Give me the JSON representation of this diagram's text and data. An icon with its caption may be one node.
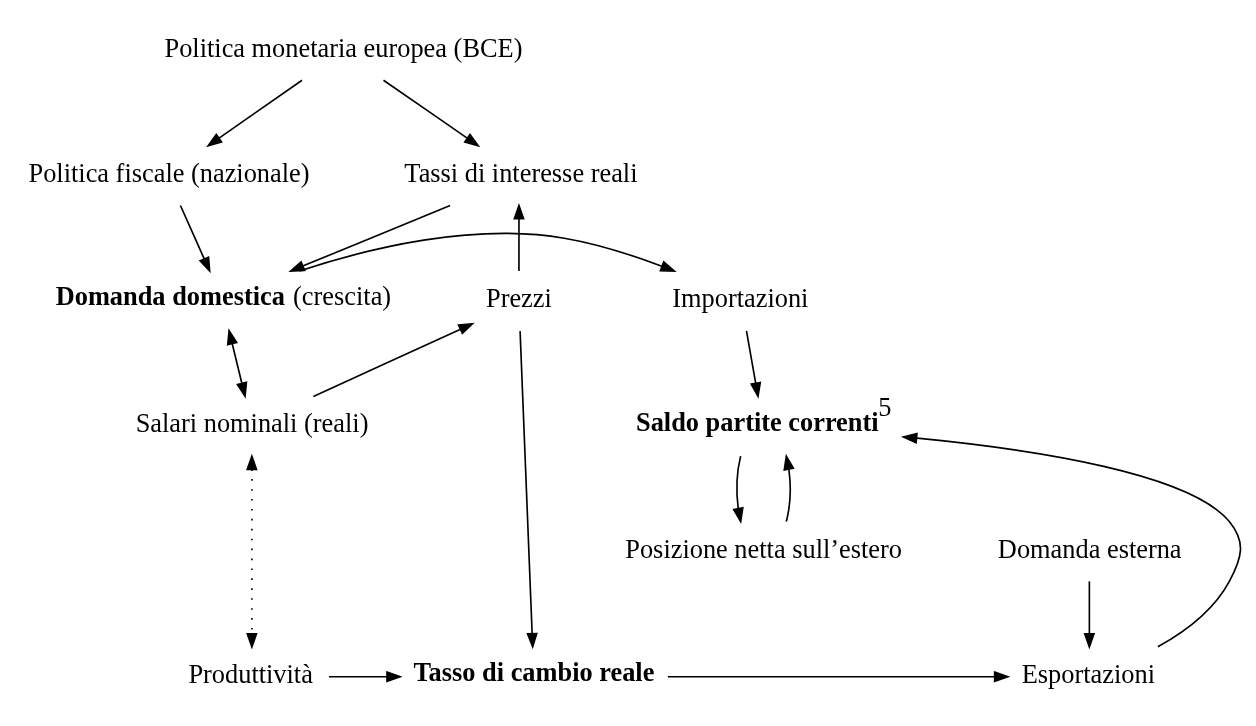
{
  "diagram": {
    "nodes": [
      {
        "text": [
          "Politica monetaria europea (BCE)"
        ]
      },
      {
        "text": [
          "Tassi di interesse reali"
        ]
      },
      {
        "text": [
          "Politica fiscale (nazionale)"
        ]
      },
      {
        "text": [
          "Prezzi"
        ]
      },
      {
        "text": [
          "**Domanda domestica** (crescita)"
        ]
      },
      {
        "text": [
          "Importazioni"
        ]
      },
      {
        "text": [
          "Salari nominali (reali)"
        ]
      },
      {
        "text": [
          "**Saldo partite correnti**$^{5}$"
        ]
      },
      {
        "text": [
          "Produttività"
        ]
      },
      {
        "text": [
          "**Tasso di cambio reale**"
        ]
      },
      {
        "text": [
          "Esportazioni"
        ]
      },
      {
        "text": [
          "Domanda esterna"
        ]
      },
      {
        "text": [
          "Posizione netta sull’estero"
        ]
      }
    ],
    "edges": [
      {
        "from": 0,
        "to": 1,
        "arrow": "to"
      },
      {
        "from": 0,
        "to": 2,
        "arrow": "to"
      },
      {
        "from": 1,
        "to": 4,
        "arrow": "to"
      },
      {
        "from": 2,
        "to": 4,
        "arrow": "to"
      },
      {
        "from": 3,
        "to": 1,
        "arrow": "to"
      },
      {
        "from": 6,
        "to": 3,
        "arrow": "to"
      },
      {
        "from": 6,
        "to": 4,
        "arrow": "both"
      },
      {
        "from": 4,
        "to": 5,
        "arrow": "to"
      },
      {
        "from": 3,
        "to": 9,
        "arrow": "to"
      },
      {
        "from": 5,
        "to": 7,
        "arrow": "to"
      },
      {
        "from": 6,
        "to": 8,
        "arrow": "both",
        "style": "dashed"
      },
      {
        "from": 8,
        "to": 9,
        "arrow": "to"
      },
      {
        "from": 9,
        "to": 10,
        "arrow": "to"
      },
      {
        "from": 10,
        "to": 7,
        "arrow": "to"
      },
      {
        "from": 11,
        "to": 10,
        "arrow": "to"
      },
      {
        "from": 7,
        "to": 12,
        "arrow": "to"
      },
      {
        "from": 12,
        "to": 7,
        "arrow": "to"
      }
    ]
  }
}
